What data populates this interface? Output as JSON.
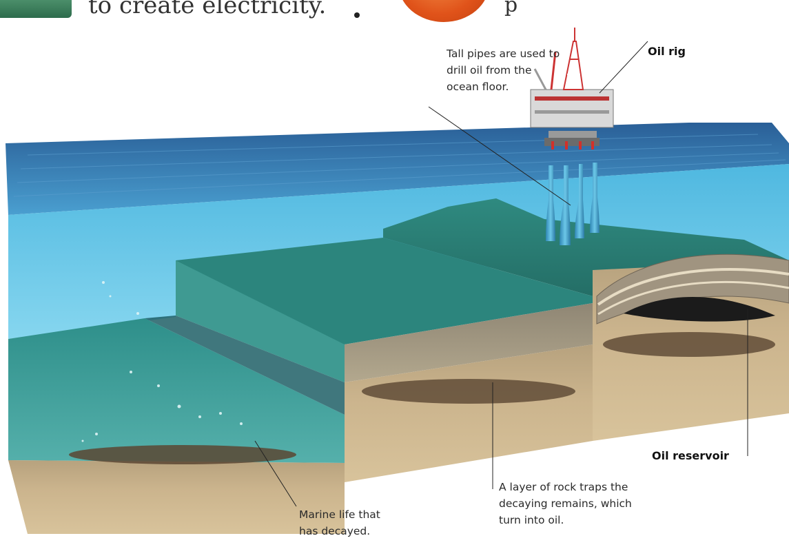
{
  "header_fragment": {
    "left_text": "to create electricity.",
    "right_text": "p"
  },
  "labels": {
    "pipes": "Tall pipes are used to\ndrill oil from the\nocean floor.",
    "oil_rig": "Oil rig",
    "oil_reservoir": "Oil reservoir",
    "rock_layer": "A layer of rock traps the\ndecaying remains, which\nturn into oil.",
    "marine_life": "Marine life that\nhas decayed."
  },
  "colors": {
    "sea_surface": "#2f6fa8",
    "water": "#5cc3e3",
    "seabed": "#2f8378",
    "soil": "#c9b088",
    "decay_layer": "#5a4632",
    "reservoir": "#1b1b1b",
    "rig_red": "#d2302a"
  }
}
